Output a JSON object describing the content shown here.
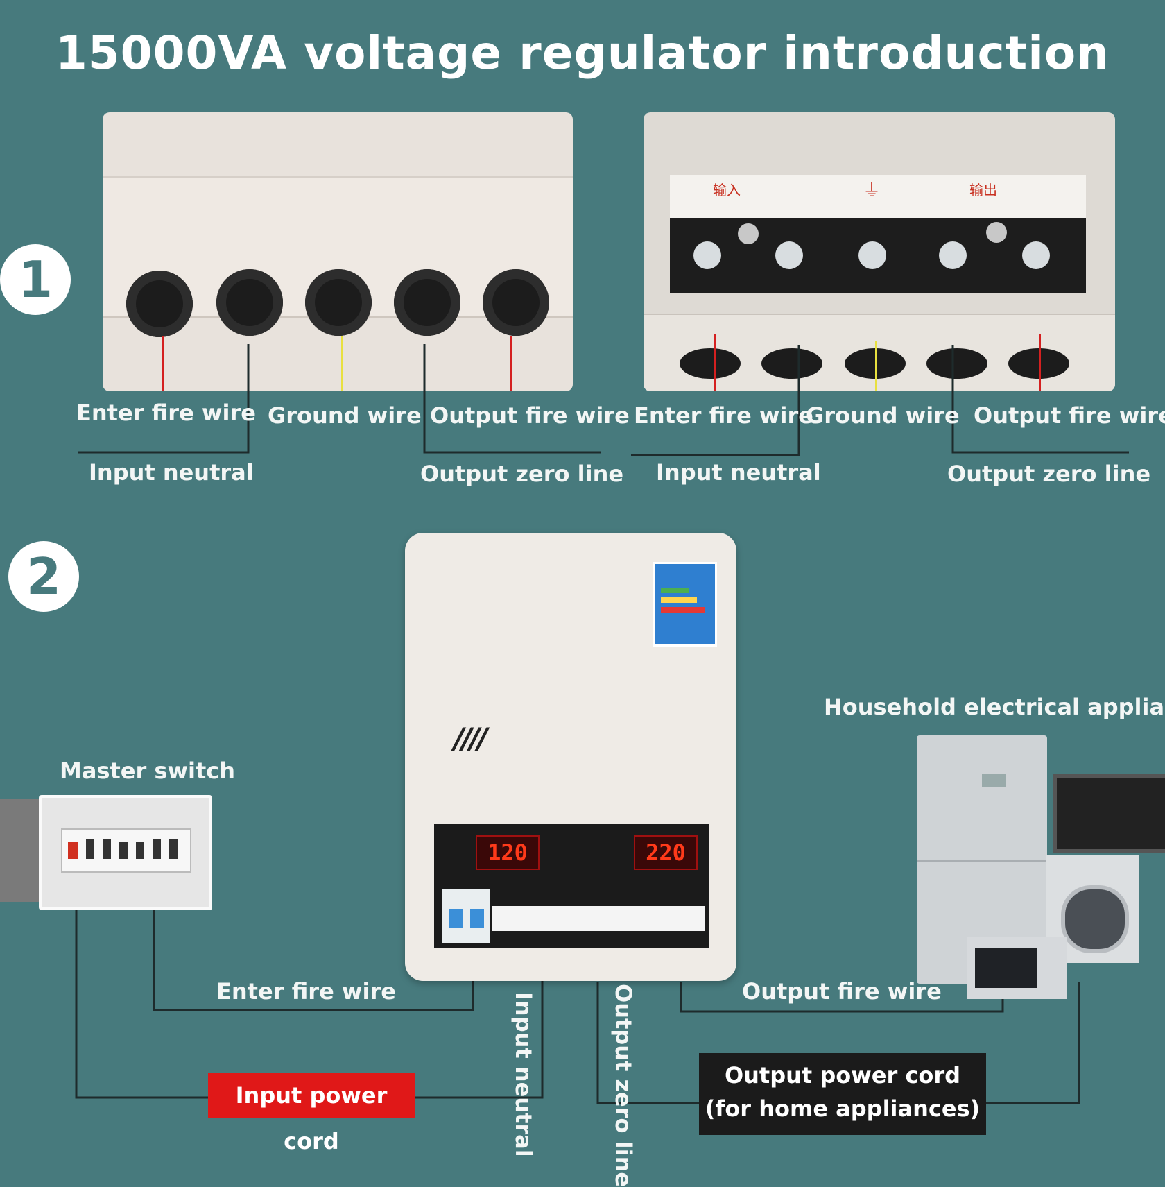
{
  "title": "15000VA voltage regulator introduction",
  "steps": {
    "one": "1",
    "two": "2"
  },
  "panel_left": {
    "enter_fire": "Enter fire wire",
    "ground": "Ground wire",
    "output_fire": "Output fire wire",
    "input_neutral": "Input neutral",
    "output_zero": "Output zero line"
  },
  "panel_right": {
    "terminal_input": "输入",
    "terminal_ground": "⏚",
    "terminal_output": "输出",
    "enter_fire": "Enter fire wire",
    "ground": "Ground wire",
    "output_fire": "Output fire wire",
    "input_neutral": "Input neutral",
    "output_zero": "Output zero line"
  },
  "diagram": {
    "household": "Household electrical applianc",
    "master_switch": "Master switch",
    "enter_fire": "Enter fire wire",
    "output_fire": "Output fire wire",
    "input_neutral": "Input neutral",
    "output_zero": "Output zero line",
    "input_power_cord": "Input power cord",
    "output_power_cord_line1": "Output power cord",
    "output_power_cord_line2": "(for home appliances)",
    "display_in": "120",
    "display_out": "220",
    "vent": "////"
  },
  "colors": {
    "background": "#477a7d",
    "input_cord_tag": "#e01818",
    "output_cord_tag": "#1b1b1b",
    "display_digits": "#ff3a1a"
  }
}
